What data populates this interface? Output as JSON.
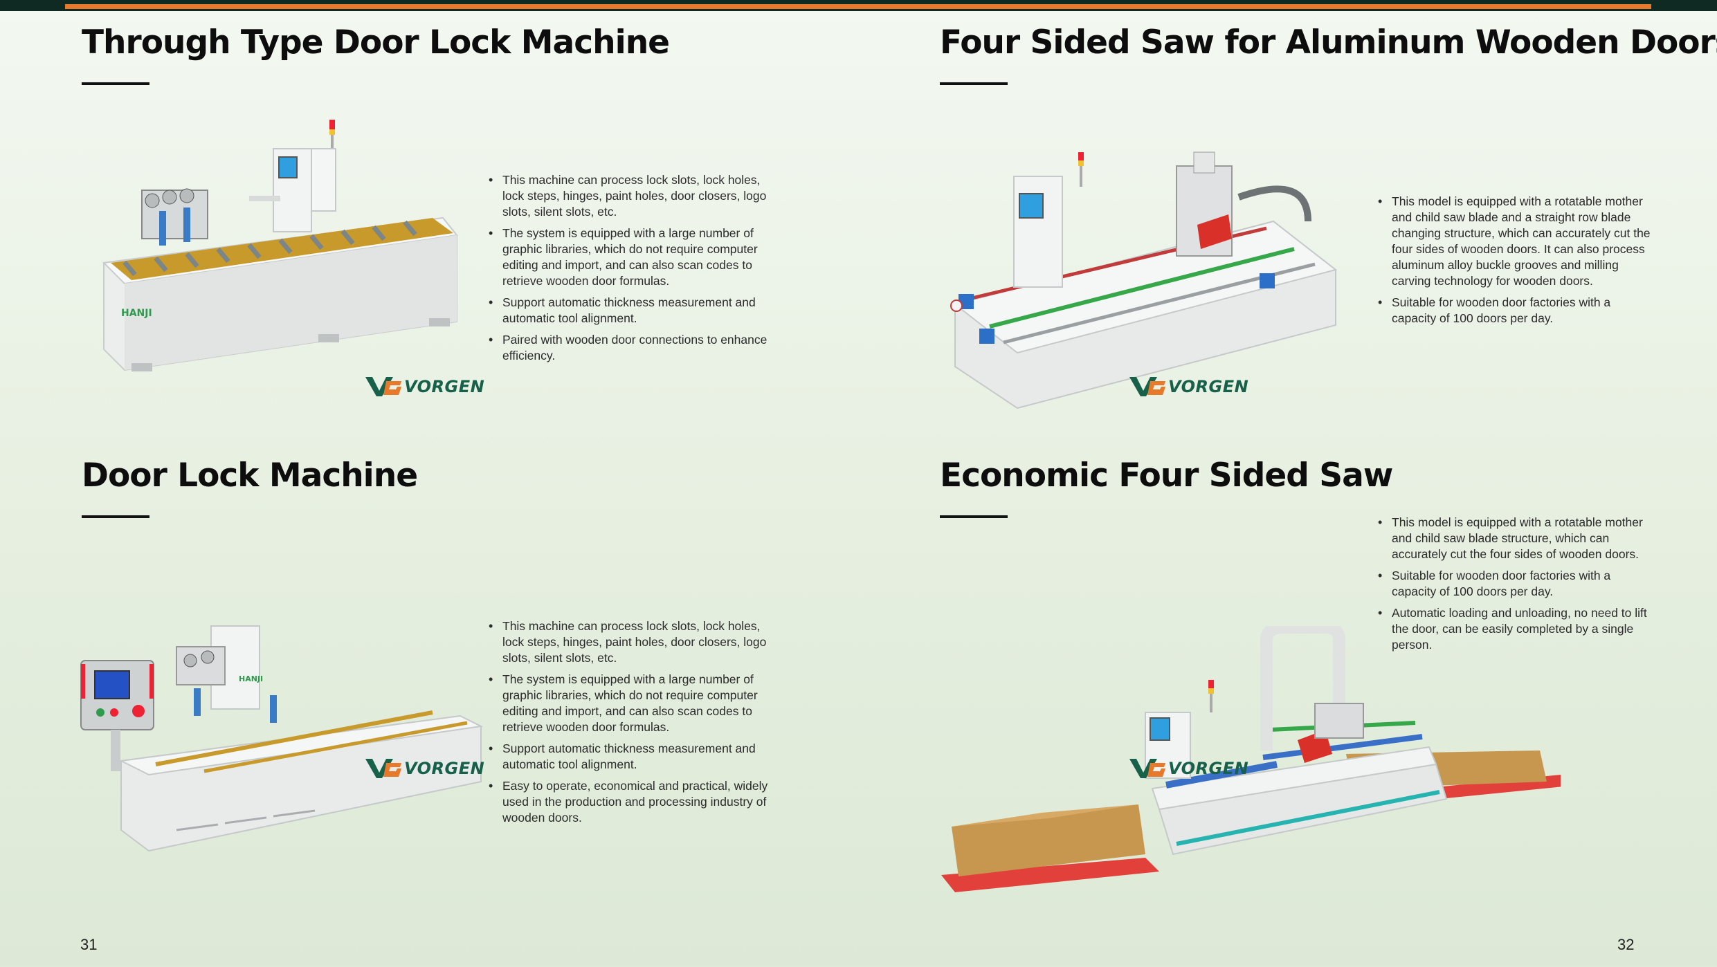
{
  "sections": [
    {
      "title": "Through Type Door Lock Machine",
      "bullets": [
        "This machine can process lock slots, lock holes, lock steps, hinges, paint holes, door closers, logo slots, silent slots, etc.",
        "The system is equipped with a large number of graphic libraries, which do not require computer editing and import, and can also scan codes to retrieve wooden door formulas.",
        "Support automatic thickness measurement and automatic tool alignment.",
        "Paired with wooden door connections to enhance efficiency."
      ]
    },
    {
      "title": "Four Sided Saw for Aluminum Wooden Doors",
      "bullets": [
        "This model is equipped with a rotatable mother and child saw blade and a straight row blade changing structure, which can accurately cut the four sides of wooden doors. It can also process aluminum alloy buckle grooves and milling carving technology for wooden doors.",
        "Suitable for wooden door factories with a capacity of 100 doors per day."
      ]
    },
    {
      "title": "Door Lock Machine",
      "bullets": [
        "This machine can process lock slots, lock holes, lock steps, hinges, paint holes, door closers, logo slots, silent slots, etc.",
        "The system is equipped with a large number of graphic libraries, which do not require computer editing and import, and can also scan codes to retrieve wooden door formulas.",
        "Support automatic thickness measurement and automatic tool alignment.",
        "Easy to operate, economical and practical, widely used in the production and processing industry of wooden doors."
      ]
    },
    {
      "title": "Economic Four Sided Saw",
      "bullets": [
        "This model is equipped with a rotatable mother and child saw blade structure, which can accurately cut the four sides of wooden doors.",
        "Suitable for wooden door factories with a capacity of 100 doors per day.",
        "Automatic loading and unloading, no need to lift the door, can be easily completed by a single person."
      ]
    }
  ],
  "brand": {
    "name": "VORGEN",
    "machine_mark": "HANJI"
  },
  "pages": {
    "left": "31",
    "right": "32"
  },
  "colors": {
    "accent": "#e8792a",
    "dark_bar": "#0e2a22",
    "brand_green": "#17604a"
  }
}
